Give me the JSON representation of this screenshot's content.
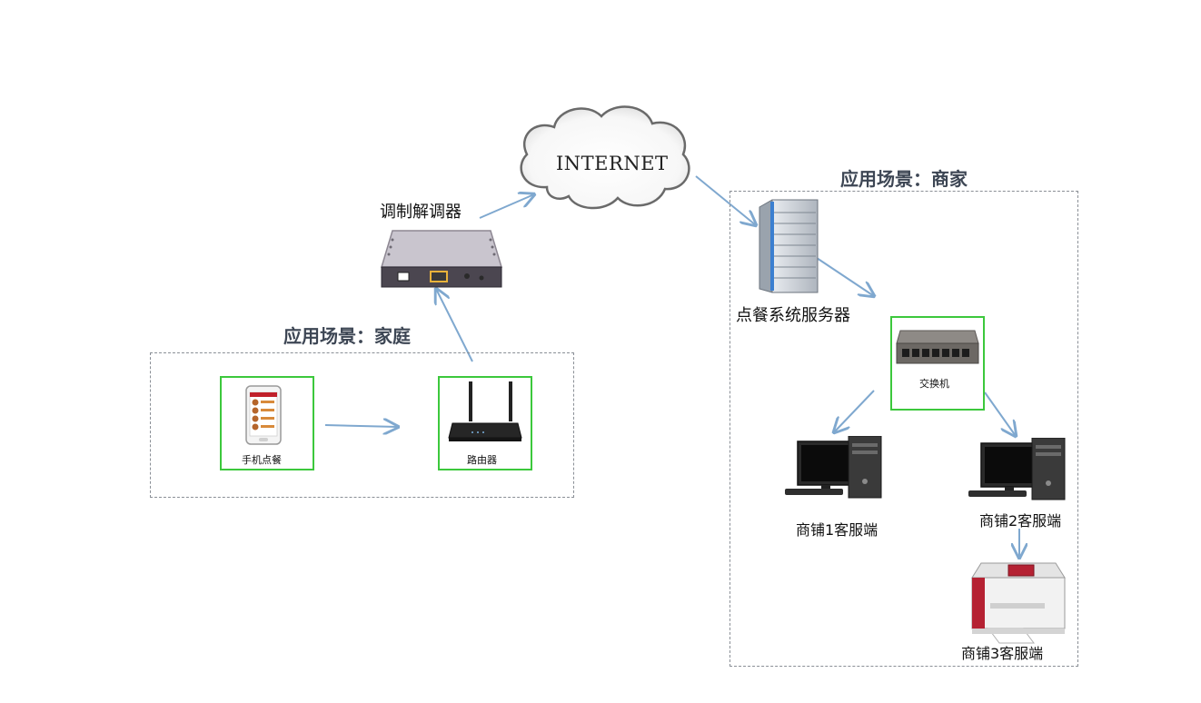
{
  "internet": {
    "label": "INTERNET"
  },
  "modem": {
    "label": "调制解调器"
  },
  "home_scene": {
    "title": "应用场景：家庭",
    "phone_label": "手机点餐",
    "router_label": "路由器"
  },
  "merchant_scene": {
    "title": "应用场景：商家",
    "server_label": "点餐系统服务器",
    "switch_label": "交换机",
    "client1_label": "商铺1客服端",
    "client2_label": "商铺2客服端",
    "client3_label": "商铺3客服端"
  },
  "colors": {
    "arrow": "#7fa8cf",
    "frame": "#3cc83c",
    "scene_border": "#8a8f96"
  }
}
